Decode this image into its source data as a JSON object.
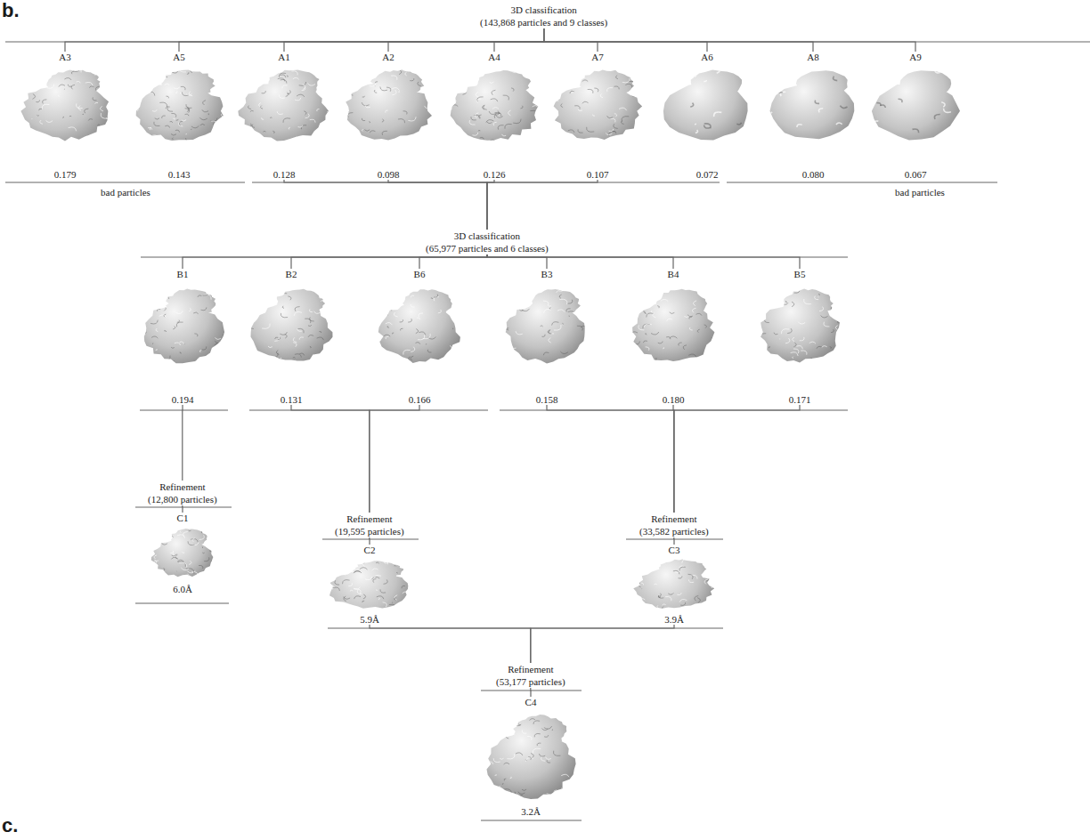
{
  "diagram": {
    "nodes": [
      {
        "text": [
          "3D classification",
          "(143,868 particles and 9 classes)"
        ]
      },
      {
        "text": [
          "A3",
          "0.179"
        ]
      },
      {
        "text": [
          "A5",
          "0.143"
        ]
      },
      {
        "text": [
          "A1",
          "0.128"
        ]
      },
      {
        "text": [
          "A2",
          "0.098"
        ]
      },
      {
        "text": [
          "A4",
          "0.126"
        ]
      },
      {
        "text": [
          "A7",
          "0.107"
        ]
      },
      {
        "text": [
          "A6",
          "0.072"
        ]
      },
      {
        "text": [
          "A8",
          "0.080"
        ]
      },
      {
        "text": [
          "A9",
          "0.067"
        ]
      },
      {
        "text": [
          "3D classification",
          "(65,977 particles and 6 classes)"
        ]
      },
      {
        "text": [
          "B1",
          "0.194"
        ]
      },
      {
        "text": [
          "B2",
          "0.131"
        ]
      },
      {
        "text": [
          "B6",
          "0.166"
        ]
      },
      {
        "text": [
          "B3",
          "0.158"
        ]
      },
      {
        "text": [
          "B4",
          "0.180"
        ]
      },
      {
        "text": [
          "B5",
          "0.171"
        ]
      },
      {
        "text": [
          "Refinement",
          "(12,800 particles)"
        ]
      },
      {
        "text": [
          "Refinement",
          "(19,595 particles)"
        ]
      },
      {
        "text": [
          "Refinement",
          "(33,582 particles)"
        ]
      },
      {
        "text": [
          "C1",
          "6.0Å"
        ]
      },
      {
        "text": [
          "C2",
          "5.9Å"
        ]
      },
      {
        "text": [
          "C3",
          "3.9Å"
        ]
      },
      {
        "text": [
          "Refinement",
          "(53,177 particles)"
        ]
      },
      {
        "text": [
          "C4",
          "3.2Å"
        ]
      }
    ],
    "edges": [
      {
        "from": 0,
        "to": 1,
        "arrow": "none"
      },
      {
        "from": 0,
        "to": 2,
        "arrow": "none"
      },
      {
        "from": 0,
        "to": 3,
        "arrow": "none"
      },
      {
        "from": 0,
        "to": 4,
        "arrow": "none"
      },
      {
        "from": 0,
        "to": 5,
        "arrow": "none"
      },
      {
        "from": 0,
        "to": 6,
        "arrow": "none"
      },
      {
        "from": 0,
        "to": 7,
        "arrow": "none"
      },
      {
        "from": 0,
        "to": 8,
        "arrow": "none"
      },
      {
        "from": 0,
        "to": 9,
        "arrow": "none"
      },
      {
        "from": 3,
        "to": 10,
        "arrow": "none"
      },
      {
        "from": 4,
        "to": 10,
        "arrow": "none"
      },
      {
        "from": 5,
        "to": 10,
        "arrow": "none"
      },
      {
        "from": 6,
        "to": 10,
        "arrow": "none"
      },
      {
        "from": 10,
        "to": 11,
        "arrow": "none"
      },
      {
        "from": 10,
        "to": 12,
        "arrow": "none"
      },
      {
        "from": 10,
        "to": 13,
        "arrow": "none"
      },
      {
        "from": 10,
        "to": 14,
        "arrow": "none"
      },
      {
        "from": 10,
        "to": 15,
        "arrow": "none"
      },
      {
        "from": 10,
        "to": 16,
        "arrow": "none"
      },
      {
        "from": 11,
        "to": 17,
        "arrow": "none"
      },
      {
        "from": 12,
        "to": 18,
        "arrow": "none"
      },
      {
        "from": 13,
        "to": 18,
        "arrow": "none"
      },
      {
        "from": 14,
        "to": 19,
        "arrow": "none"
      },
      {
        "from": 15,
        "to": 19,
        "arrow": "none"
      },
      {
        "from": 16,
        "to": 19,
        "arrow": "none"
      },
      {
        "from": 17,
        "to": 20,
        "arrow": "none"
      },
      {
        "from": 18,
        "to": 21,
        "arrow": "none"
      },
      {
        "from": 19,
        "to": 22,
        "arrow": "none"
      },
      {
        "from": 21,
        "to": 23,
        "arrow": "none"
      },
      {
        "from": 22,
        "to": 23,
        "arrow": "none"
      },
      {
        "from": 23,
        "to": 24,
        "arrow": "none"
      }
    ],
    "labels": [
      "b.",
      "bad particles",
      "bad particles",
      "c."
    ]
  }
}
